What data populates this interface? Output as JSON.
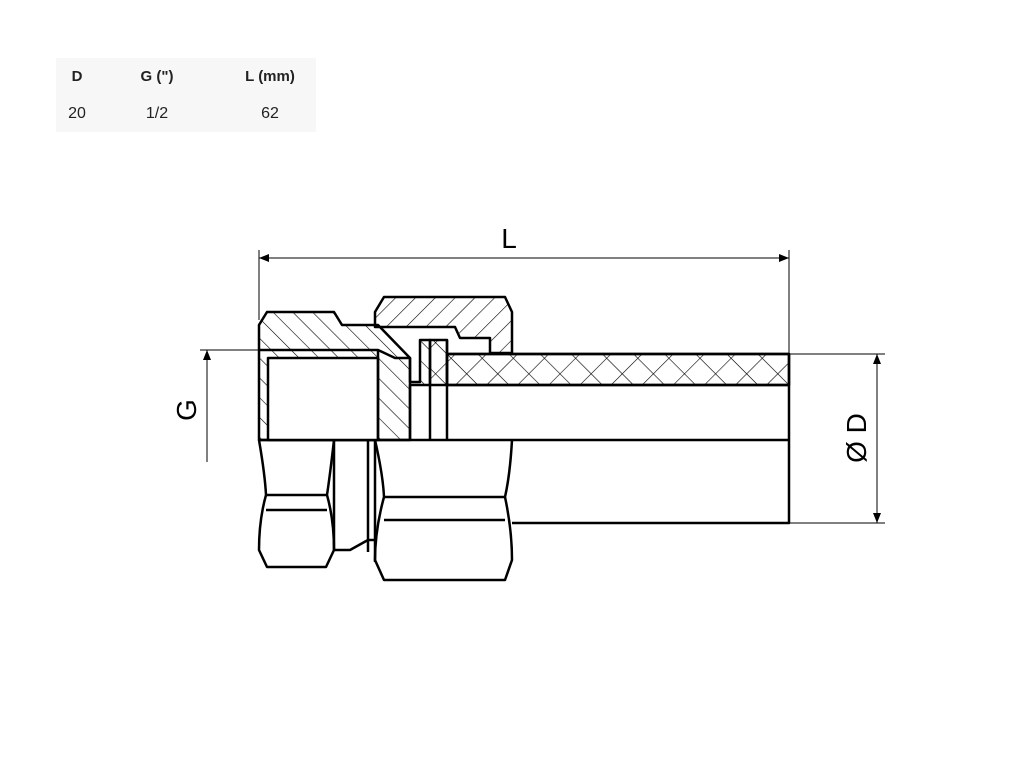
{
  "table": {
    "headers": [
      "D",
      "G (\")",
      "L (mm)"
    ],
    "rows": [
      [
        "20",
        "1/2",
        "62"
      ]
    ]
  },
  "drawing": {
    "labels": {
      "length": "L",
      "thread": "G",
      "diameter": "Ø D"
    }
  }
}
